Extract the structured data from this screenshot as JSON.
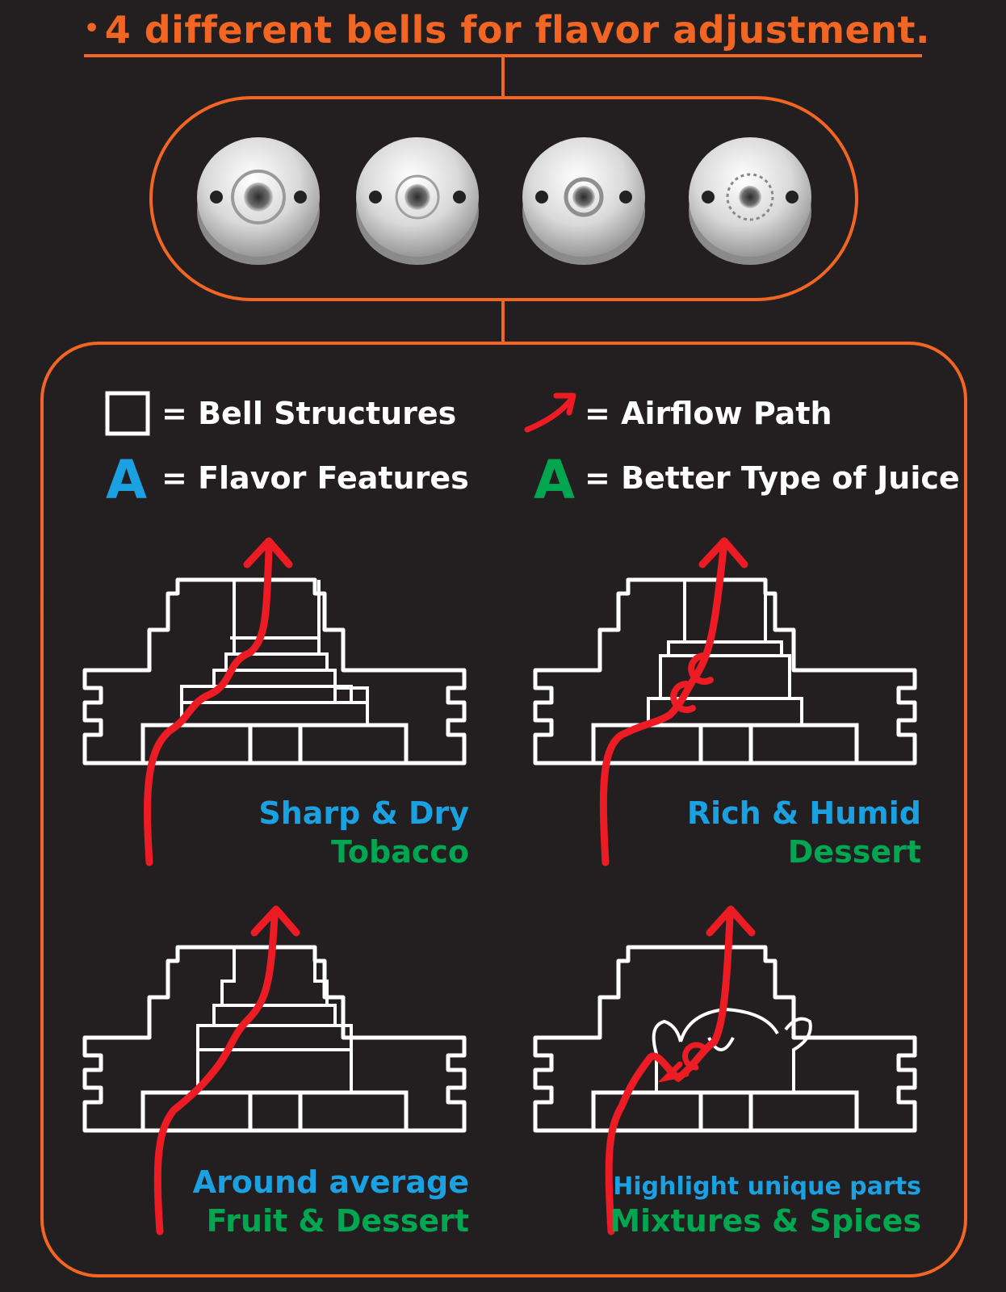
{
  "title": "4 different bells for flavor adjustment.",
  "colors": {
    "background": "#231f20",
    "accent_orange": "#f26522",
    "flavor_blue": "#1ba0e1",
    "juice_green": "#00a650",
    "airflow_red": "#ed1c24",
    "structure_white": "#ffffff"
  },
  "legend": {
    "bell_structures": "= Bell Structures",
    "airflow_path": "= Airflow Path",
    "flavor_letter": "A",
    "flavor_features": "= Flavor Features",
    "juice_letter": "A",
    "better_juice": "= Better Type of Juice"
  },
  "bells": [
    {
      "flavor": "Sharp & Dry",
      "juice": "Tobacco"
    },
    {
      "flavor": "Rich & Humid",
      "juice": "Dessert"
    },
    {
      "flavor": "Around average",
      "juice": "Fruit & Dessert"
    },
    {
      "flavor": "Highlight unique parts",
      "juice": "Mixtures & Spices"
    }
  ]
}
